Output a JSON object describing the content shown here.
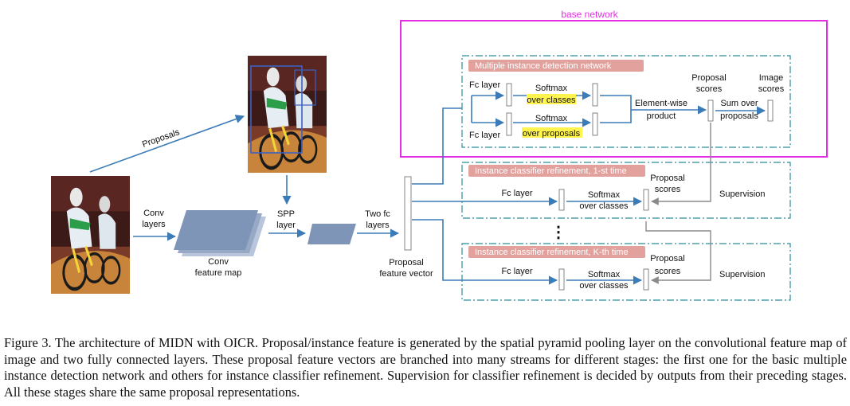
{
  "diagram": {
    "base_network_label": "base network",
    "proposals_label": "Proposals",
    "conv_layers_label": [
      "Conv",
      "layers"
    ],
    "conv_feature_map_label": [
      "Conv",
      "feature map"
    ],
    "spp_layer_label": [
      "SPP",
      "layer"
    ],
    "two_fc_layers_label": [
      "Two fc",
      "layers"
    ],
    "proposal_feature_vector_label": [
      "Proposal",
      "feature vector"
    ],
    "midn": {
      "title": "Multiple instance detection network",
      "fc_layer_top": "Fc layer",
      "fc_layer_bottom": "Fc layer",
      "softmax_classes": [
        "Softmax",
        "over classes"
      ],
      "softmax_proposals": [
        "Softmax",
        "over proposals"
      ],
      "element_wise_product": [
        "Element-wise",
        "product"
      ],
      "proposal_scores": [
        "Proposal",
        "scores"
      ],
      "sum_over_proposals": [
        "Sum over",
        "proposals"
      ],
      "image_scores": [
        "Image",
        "scores"
      ]
    },
    "refine_1": {
      "title": "Instance classifier refinement, 1-st time",
      "fc_layer": "Fc layer",
      "softmax": [
        "Softmax",
        "over classes"
      ],
      "proposal_scores": [
        "Proposal",
        "scores"
      ],
      "supervision": "Supervision"
    },
    "refine_k": {
      "title": "Instance classifier refinement, K-th time",
      "fc_layer": "Fc layer",
      "softmax": [
        "Softmax",
        "over classes"
      ],
      "proposal_scores": [
        "Proposal",
        "scores"
      ],
      "supervision": "Supervision"
    },
    "ellipsis": "⋮",
    "colors": {
      "arrow": "#3a7bb8",
      "base_network": "#e62de6",
      "dashed_box": "#2a8d9c",
      "title_pill": "#e2a19d",
      "highlight": "#fff34d",
      "feature_map": "#7f95b8"
    }
  },
  "caption": "Figure 3. The architecture of MIDN with OICR. Proposal/instance feature is generated by the spatial pyramid pooling layer on the convolutional feature map of image and two fully connected layers. These proposal feature vectors are branched into many streams for different stages: the first one for the basic multiple instance detection network and others for instance classifier refinement. Supervision for classifier refinement is decided by outputs from their preceding stages. All these stages share the same proposal representations."
}
